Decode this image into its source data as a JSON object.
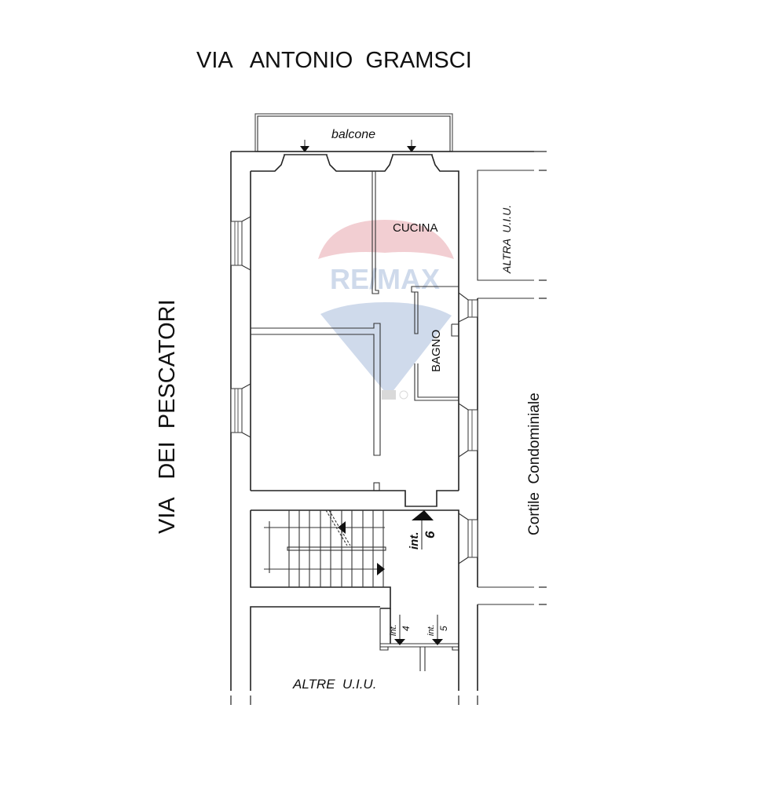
{
  "plan": {
    "street_top": "VIA   ANTONIO  GRAMSCI",
    "street_left": "VIA   DEI  PESCATORI",
    "courtyard": "Cortile  Condominiale",
    "balcony": "balcone",
    "rooms": {
      "kitchen": "CUCINA",
      "bathroom": "BAGNO"
    },
    "other_units_right": "ALTRA  U.I.U.",
    "other_units_bottom": "ALTRE  U.I.U.",
    "entrances": [
      {
        "prefix": "int.",
        "number": "6"
      },
      {
        "prefix": "int.",
        "number": "4"
      },
      {
        "prefix": "int.",
        "number": "5"
      }
    ],
    "watermark": {
      "brand": "RE/MAX",
      "color_top": "#e8a0a8",
      "color_bottom": "#9fb4d8"
    }
  }
}
